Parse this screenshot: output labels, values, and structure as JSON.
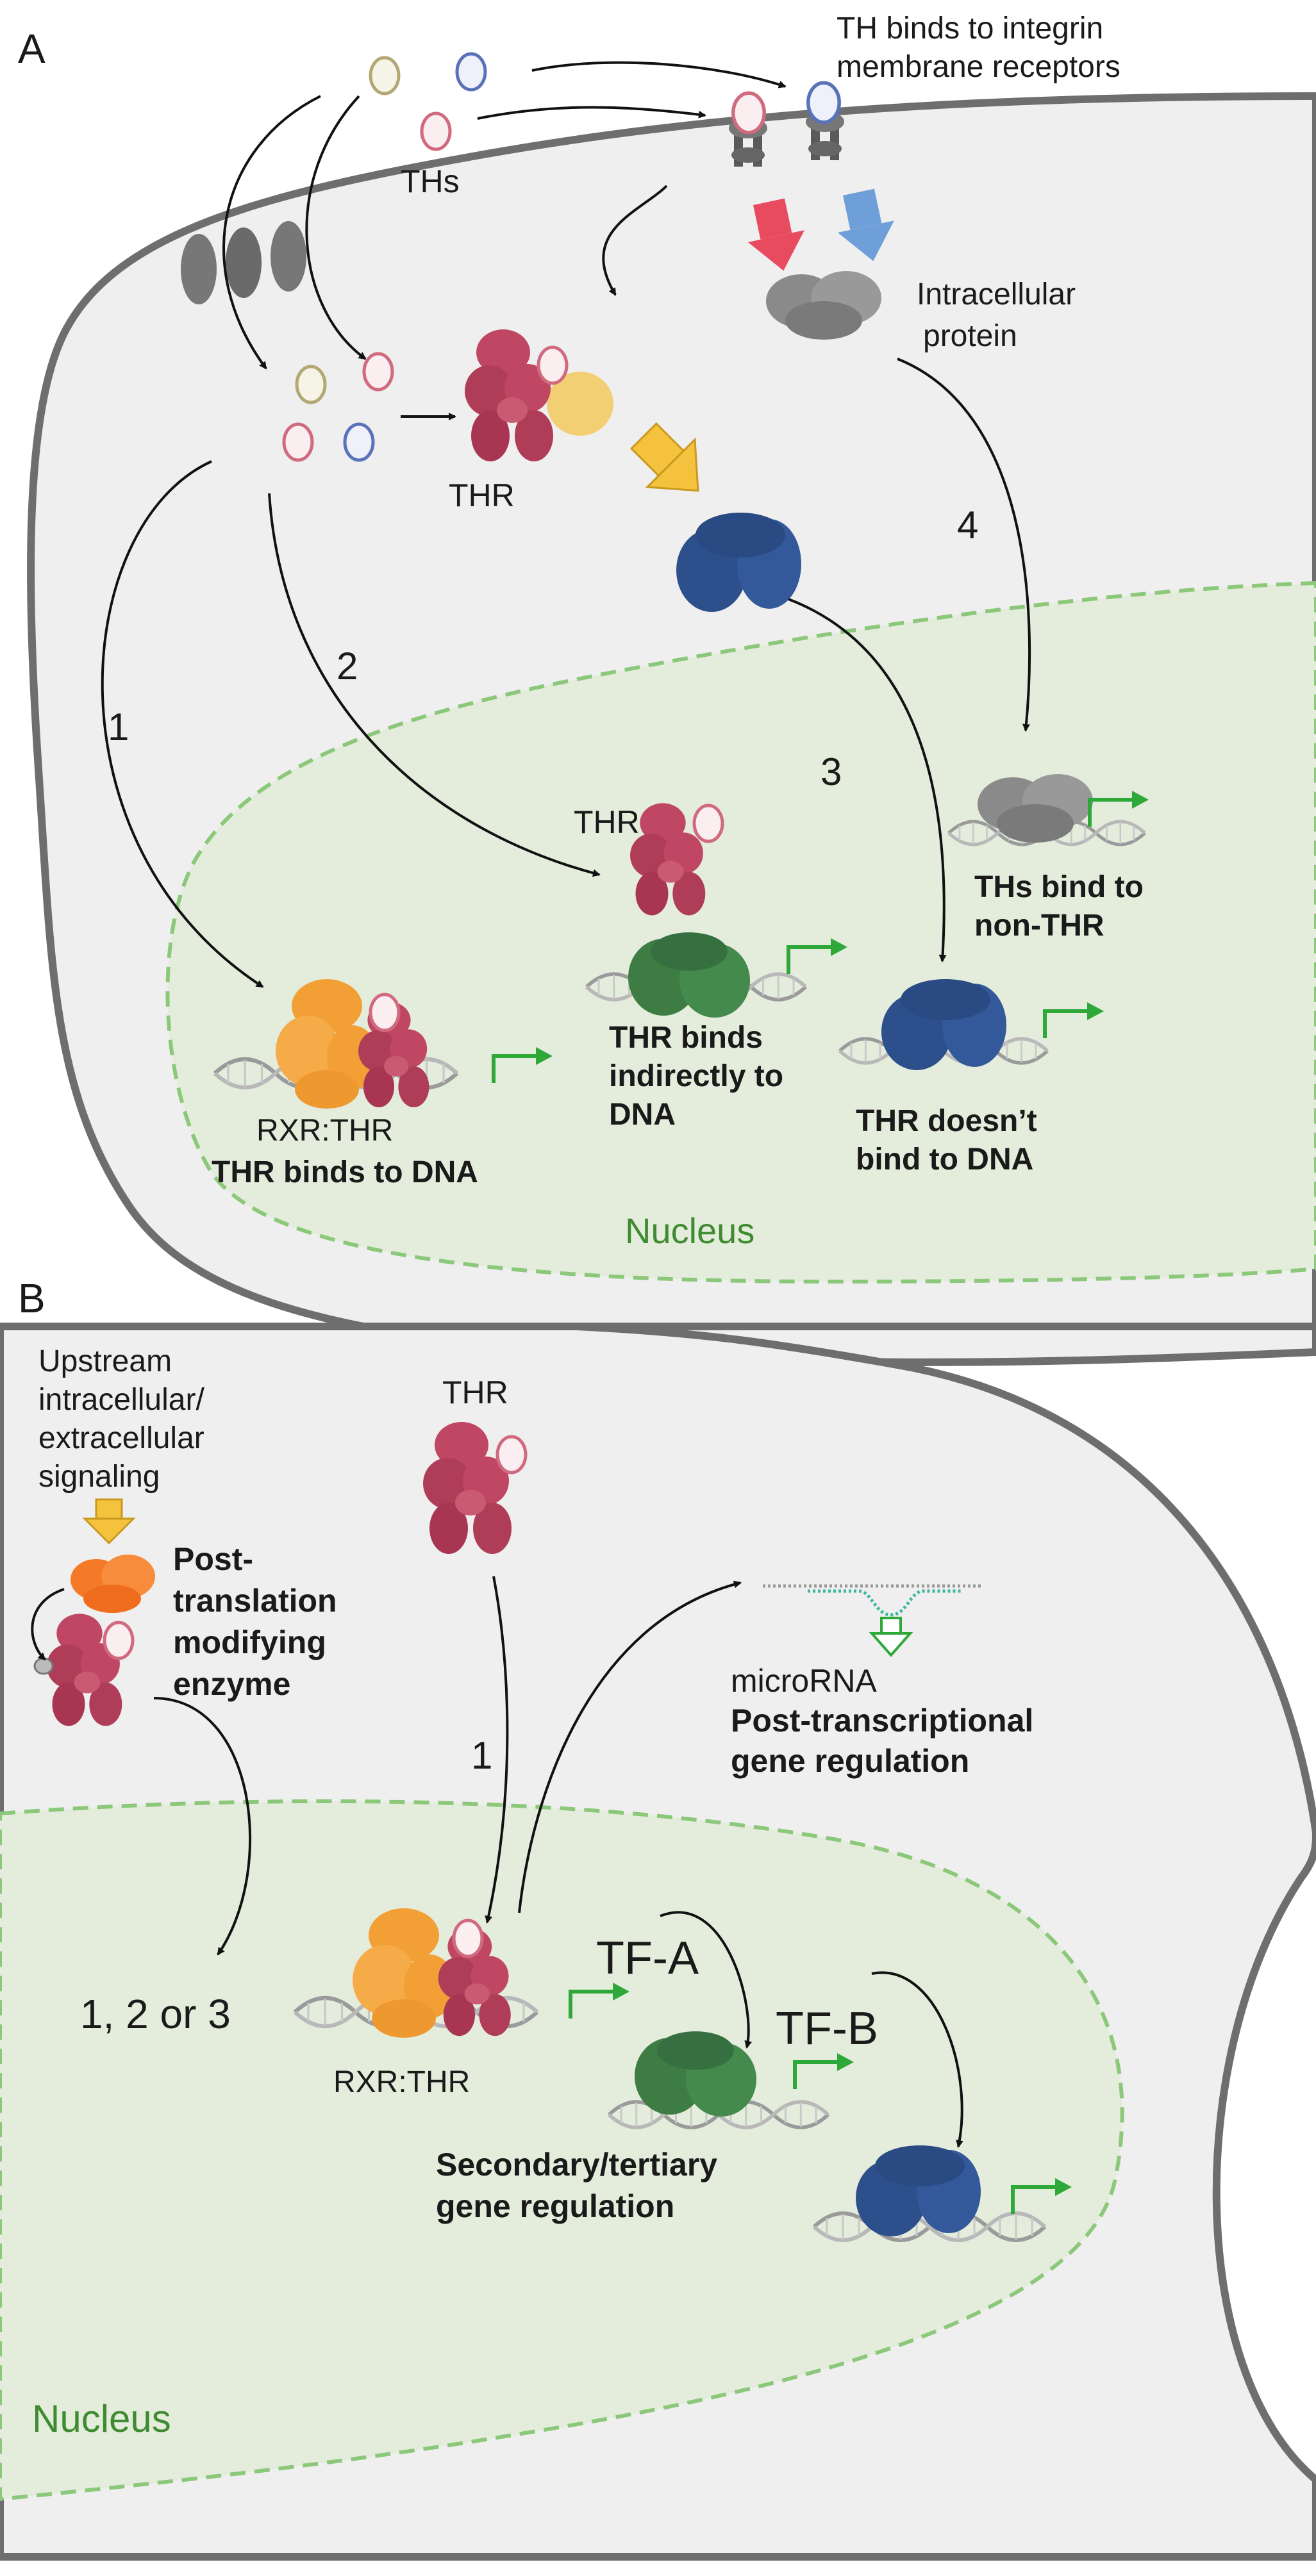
{
  "panel_a": {
    "letter": "A",
    "ths_label": "THs",
    "integrin_label_1": "TH binds to integrin",
    "integrin_label_2": "membrane receptors",
    "intracellular_label_1": "Intracellular",
    "intracellular_label_2": "protein",
    "thr_label": "THR",
    "path_1": "1",
    "path_2": "2",
    "path_3": "3",
    "path_4": "4",
    "thr_nuclear_label": "THR",
    "rxr_thr_label": "RXR:THR",
    "caption_1": "THR binds to DNA",
    "caption_2_l1": "THR binds",
    "caption_2_l2": "indirectly to",
    "caption_2_l3": "DNA",
    "caption_3_l1": "THR doesn’t",
    "caption_3_l2": "bind to DNA",
    "caption_4_l1": "THs bind to",
    "caption_4_l2": "non-THR",
    "nucleus_label": "Nucleus"
  },
  "panel_b": {
    "letter": "B",
    "upstream_l1": "Upstream",
    "upstream_l2": "intracellular/",
    "upstream_l3": "extracellular",
    "upstream_l4": "signaling",
    "enzyme_l1": "Post-",
    "enzyme_l2": "translation",
    "enzyme_l3": "modifying",
    "enzyme_l4": "enzyme",
    "thr_label": "THR",
    "path_1": "1",
    "microrna_label": "microRNA",
    "posttx_l1": "Post-transcriptional",
    "posttx_l2": "gene regulation",
    "tfa_label": "TF-A",
    "tfb_label": "TF-B",
    "paths_123": "1, 2 or 3",
    "rxr_thr_label": "RXR:THR",
    "secondary_l1": "Secondary/tertiary",
    "secondary_l2": "gene regulation",
    "nucleus_label": "Nucleus"
  },
  "colors": {
    "cell_fill": "#efefef",
    "cell_stroke": "#6e6e6e",
    "nucleus_fill": "#e4ecdc",
    "nucleus_stroke": "#8cc87a",
    "nucleus_text": "#3f8b30",
    "thr_red": "#c04763",
    "rxr_orange": "#f2a036",
    "partner_green": "#3d7d44",
    "partner_blue": "#2d4f8c",
    "intracellular_gray": "#8a8a8a",
    "arrow_green": "#2fa83a",
    "coactivator_yellow": "#f3cf74"
  }
}
